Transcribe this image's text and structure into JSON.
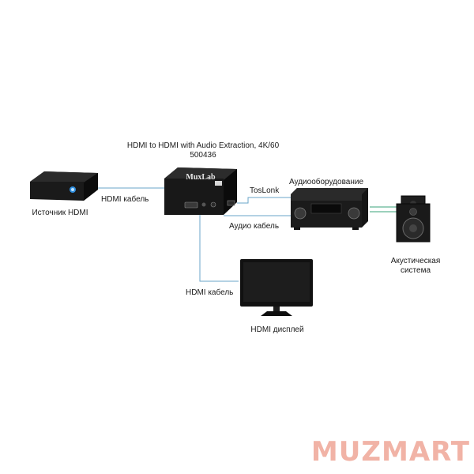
{
  "diagram": {
    "title_line1": "HDMI to HDMI with Audio Extraction, 4K/60",
    "title_line2": "500436",
    "device_brand": "MuxLab",
    "labels": {
      "source": "Источник HDMI",
      "hdmi_cable_1": "HDMI кабель",
      "toslink": "TosLonk",
      "audio_equipment": "Аудиооборудование",
      "audio_cable": "Аудио кабель",
      "speakers_line1": "Акустическая",
      "speakers_line2": "система",
      "hdmi_cable_2": "HDMI кабель",
      "display": "HDMI дисплей"
    },
    "colors": {
      "hdmi_line": "#6aa5c9",
      "audio_line": "#3aa37a",
      "device_dark": "#141414",
      "source_led": "#2f8fe0"
    }
  },
  "watermark": {
    "text": "MUZMART"
  }
}
